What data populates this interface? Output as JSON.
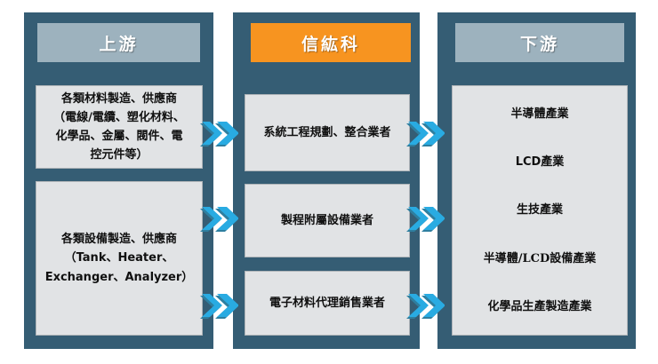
{
  "columns": {
    "upstream": {
      "header": "上游",
      "header_color": "#9DB2BE",
      "boxes": [
        {
          "id": "materials",
          "lines": [
            "各類材料製造、供應商",
            "（電線/電纜、塑化材料、",
            "化學品、金屬、閥件、電",
            "控元件等）"
          ]
        },
        {
          "id": "equipment",
          "lines": [
            "各類設備製造、供應商",
            "（Tank、Heater、",
            "Exchanger、Analyzer）"
          ]
        }
      ]
    },
    "company": {
      "header": "信紘科",
      "header_color": "#F79420",
      "boxes": [
        {
          "id": "system",
          "lines": [
            "系統工程規劃、整合業者"
          ]
        },
        {
          "id": "process",
          "lines": [
            "製程附屬設備業者"
          ]
        },
        {
          "id": "material",
          "lines": [
            "電子材料代理銷售業者"
          ]
        }
      ]
    },
    "downstream": {
      "header": "下游",
      "header_color": "#9DB2BE",
      "boxes": [
        {
          "id": "industries",
          "lines": [
            "半導體產業",
            "LCD產業",
            "生技產業",
            "半導體/LCD設備產業",
            "化學品生產製造產業"
          ]
        }
      ]
    }
  },
  "arrows": [
    {
      "id": "up-materials-to-system",
      "icon": "double-chevron-right-icon"
    },
    {
      "id": "up-equipment-to-process",
      "icon": "double-chevron-right-icon"
    },
    {
      "id": "up-equipment-to-material",
      "icon": "double-chevron-right-icon"
    },
    {
      "id": "system-to-downstream",
      "icon": "double-chevron-right-icon"
    },
    {
      "id": "process-to-downstream",
      "icon": "double-chevron-right-icon"
    },
    {
      "id": "material-to-downstream",
      "icon": "double-chevron-right-icon"
    }
  ],
  "colors": {
    "panel": "#355D74",
    "box": "#E1E3E5",
    "header_gray": "#9DB2BE",
    "header_orange": "#F79420",
    "arrow": "#29ABE2",
    "arrow_shadow": "#2E7FA0",
    "background": "#FFFFFF"
  }
}
